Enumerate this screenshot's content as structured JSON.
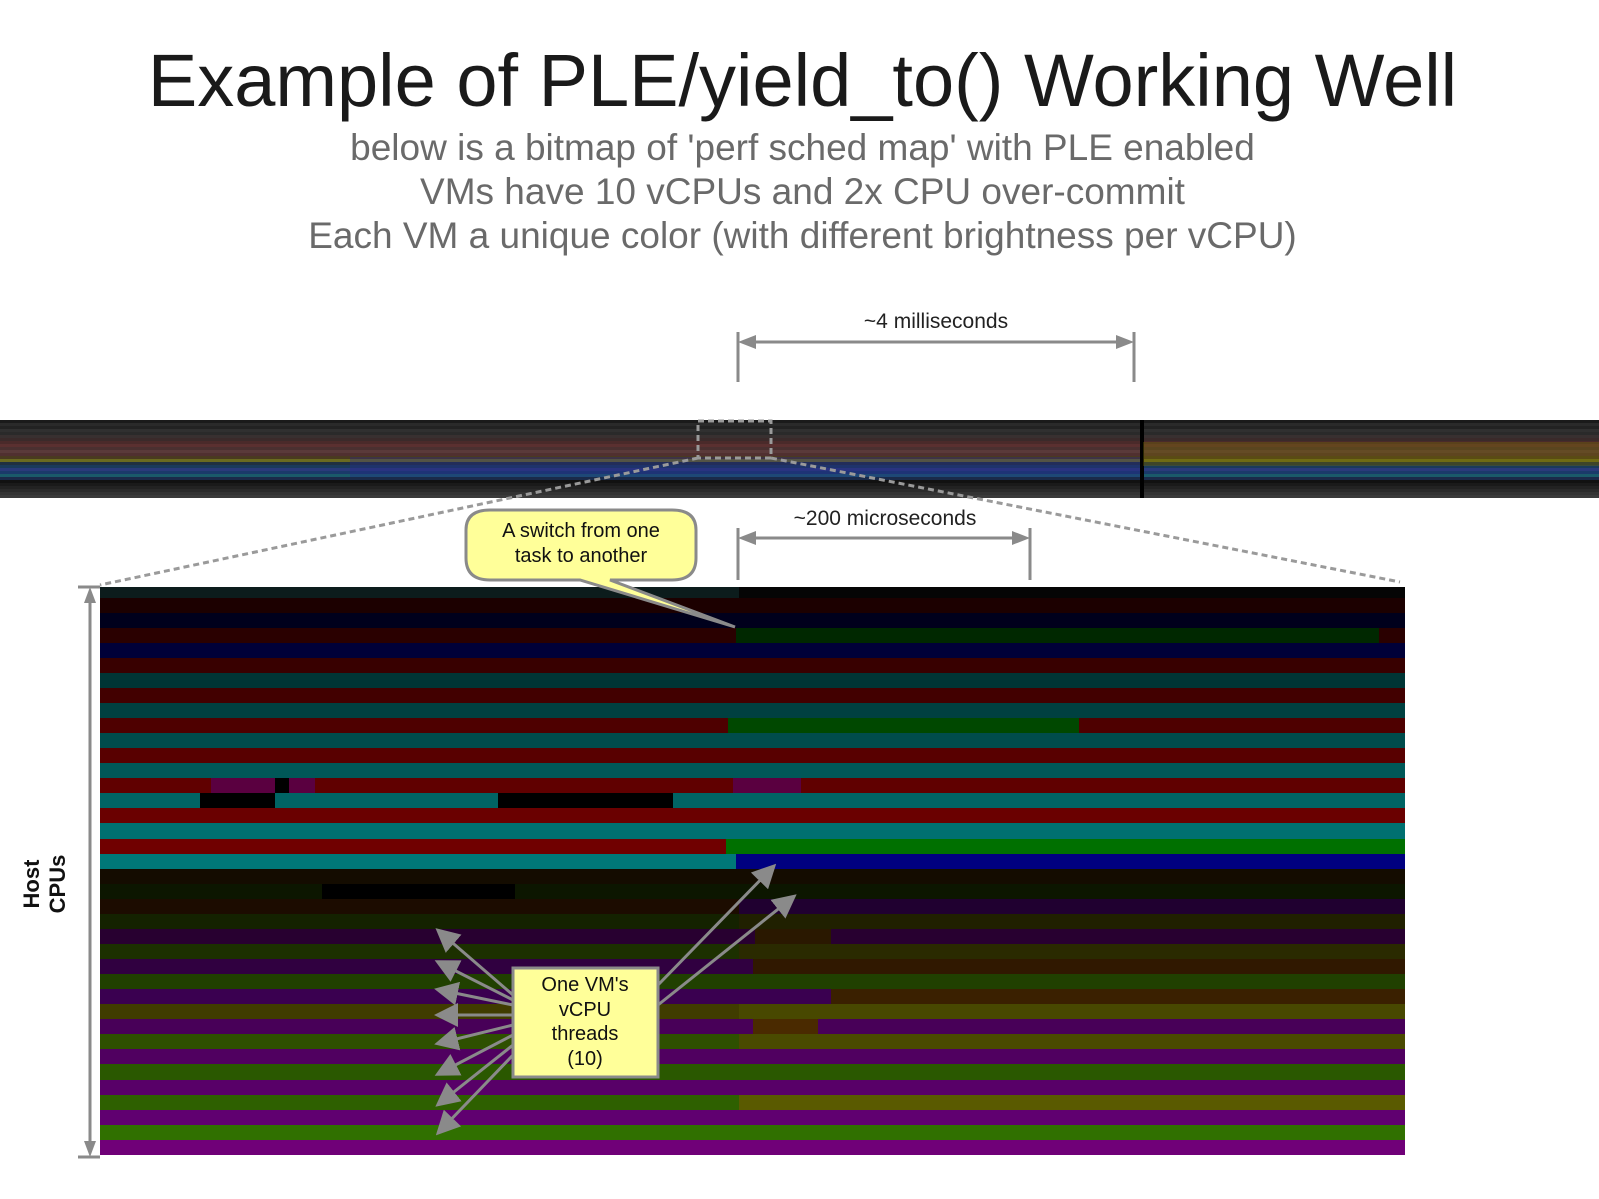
{
  "title": "Example of PLE/yield_to() Working Well",
  "subtitle_lines": [
    "below is a bitmap of 'perf sched map' with PLE enabled",
    "VMs have 10 vCPUs and 2x CPU over-commit",
    "Each VM a unique color (with different brightness per vCPU)"
  ],
  "annotations": {
    "overview_span": "~4 milliseconds",
    "zoom_span": "~200 microseconds",
    "switch_callout": [
      "A switch from one",
      "task to another"
    ],
    "vm_threads_box": [
      "One VM's",
      "vCPU",
      "threads",
      "(10)"
    ],
    "y_axis_label": "Host CPUs"
  },
  "colors": {
    "arrow": "#8a8a8a",
    "callout_fill": "#ffff99",
    "title_text": "#1a1a1a",
    "subtitle_text": "#6a6a6a"
  }
}
